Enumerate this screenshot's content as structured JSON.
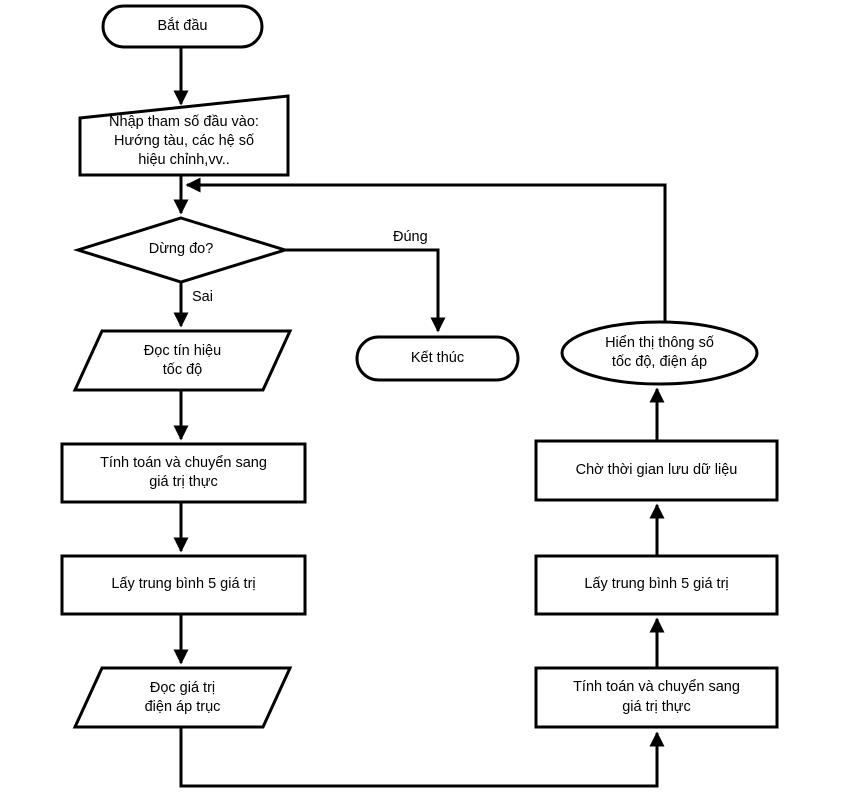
{
  "diagram": {
    "title": "Luu do thuat toan do toc do va dien ap truc",
    "language": "vi",
    "stroke_color": "#000000",
    "fill_color": "#ffffff",
    "background": "#ffffff",
    "stroke_width": 3
  },
  "nodes": {
    "start": {
      "label": "Bắt đầu",
      "shape": "stadium"
    },
    "input_params": {
      "label": "Nhập tham số đầu vào:\nHướng tàu, các hệ số\nhiệu chỉnh,vv..",
      "shape": "trapezoid"
    },
    "decision_stop": {
      "label": "Dừng đo?",
      "shape": "diamond"
    },
    "end": {
      "label": "Kết thúc",
      "shape": "stadium"
    },
    "read_speed": {
      "label": "Đọc tín hiệu\ntốc độ",
      "shape": "parallelogram"
    },
    "calc_left": {
      "label": "Tính toán và chuyển sang\ngiá trị thực",
      "shape": "rect"
    },
    "avg_left": {
      "label": "Lấy  trung bình 5 giá trị",
      "shape": "rect"
    },
    "read_voltage": {
      "label": "Đọc giá trị\nđiện áp trục",
      "shape": "parallelogram"
    },
    "calc_right": {
      "label": "Tính toán và chuyển sang\ngiá trị thực",
      "shape": "rect"
    },
    "avg_right": {
      "label": "Lấy  trung bình 5 giá trị",
      "shape": "rect"
    },
    "wait_save": {
      "label": "Chờ thời gian lưu dữ liệu",
      "shape": "rect"
    },
    "display": {
      "label": "Hiển thị thông số\ntốc độ, điện áp",
      "shape": "ellipse"
    }
  },
  "edge_labels": {
    "yes": "Đúng",
    "no": "Sai"
  }
}
